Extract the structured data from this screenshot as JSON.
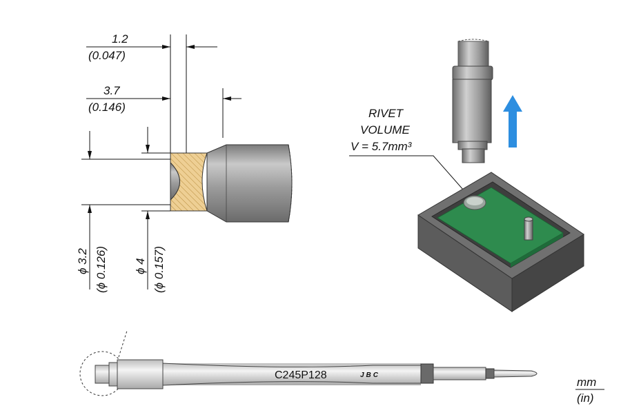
{
  "dimensions": {
    "width_top": {
      "value": "1.2",
      "inch": "(0.047)"
    },
    "width_mid": {
      "value": "3.7",
      "inch": "(0.146)"
    },
    "diameter_inner": {
      "value": "ϕ 3.2",
      "inch": "(ϕ 0.126)"
    },
    "diameter_outer": {
      "value": "ϕ 4",
      "inch": "(ϕ 0.157)"
    }
  },
  "rivet": {
    "line1": "RIVET",
    "line2": "VOLUME",
    "line3": "V = 5.7mm³"
  },
  "cartridge": {
    "model": "C245P128",
    "brand": "JBC"
  },
  "units": {
    "primary": "mm",
    "secondary": "(in)"
  },
  "colors": {
    "metal": "#a8a8a8",
    "hatch": "#e8c98f",
    "pcb": "#2e8b4e",
    "holder": "#5a5a5a",
    "arrow": "#2d8ee0"
  }
}
